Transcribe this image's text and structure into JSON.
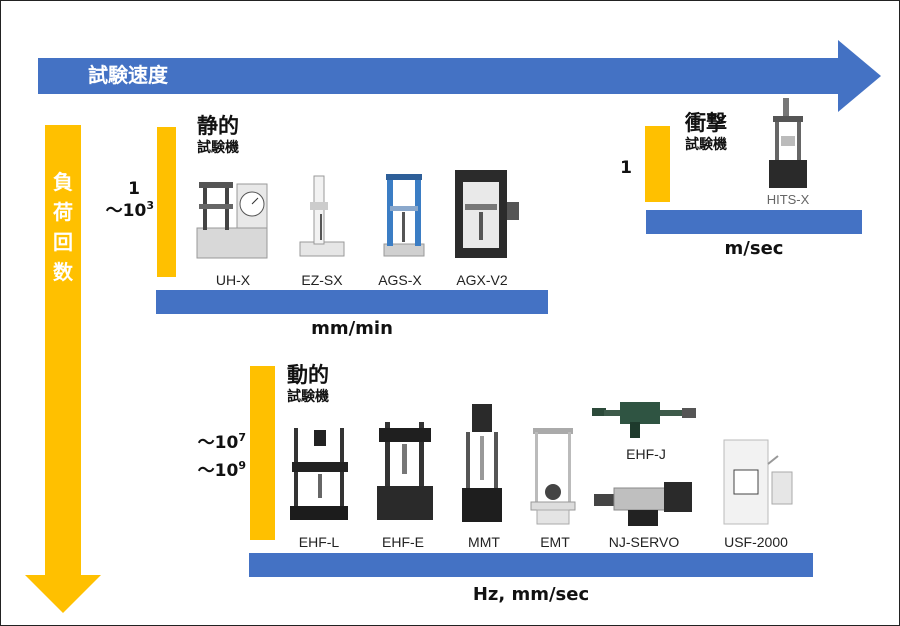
{
  "diagram": {
    "horizontal_axis_label": "試験速度",
    "vertical_axis_chars": [
      "負",
      "荷",
      "回",
      "数"
    ]
  },
  "static": {
    "title": "静的",
    "subtitle": "試験機",
    "cycles_line1": "1",
    "cycles_line2_base": "～10",
    "cycles_line2_exp": "3",
    "unit": "mm/min",
    "machines": [
      "UH-X",
      "EZ-SX",
      "AGS-X",
      "AGX-V2"
    ]
  },
  "impact": {
    "title": "衝撃",
    "subtitle": "試験機",
    "cycles": "1",
    "unit": "m/sec",
    "machines": [
      "HITS-X"
    ]
  },
  "dynamic": {
    "title": "動的",
    "subtitle": "試験機",
    "cycles_line1_base": "～10",
    "cycles_line1_exp": "7",
    "cycles_line2_base": "～10",
    "cycles_line2_exp": "9",
    "unit": "Hz, mm/sec",
    "machines": [
      "EHF-L",
      "EHF-E",
      "MMT",
      "EMT",
      "EHF-J",
      "NJ-SERVO",
      "USF-2000"
    ]
  },
  "colors": {
    "blue": "#4472c4",
    "yellow": "#ffc000"
  }
}
